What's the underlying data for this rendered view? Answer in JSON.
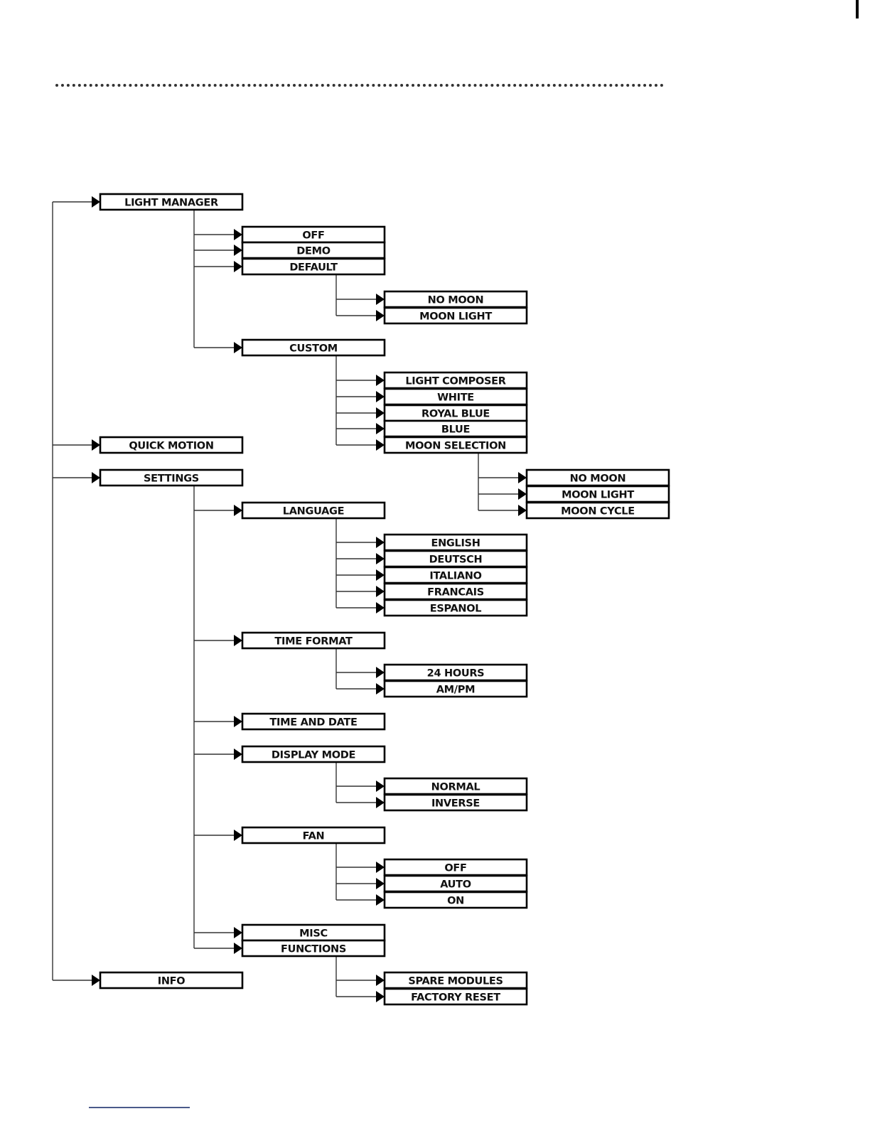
{
  "menu_tree": {
    "items": [
      {
        "label": "LIGHT MANAGER",
        "children": [
          {
            "label": "OFF"
          },
          {
            "label": "DEMO"
          },
          {
            "label": "DEFAULT",
            "children": [
              {
                "label": "NO MOON"
              },
              {
                "label": "MOON LIGHT"
              }
            ]
          },
          {
            "label": "CUSTOM",
            "children": [
              {
                "label": "LIGHT COMPOSER"
              },
              {
                "label": "WHITE"
              },
              {
                "label": "ROYAL BLUE"
              },
              {
                "label": "BLUE"
              },
              {
                "label": "MOON SELECTION",
                "children": [
                  {
                    "label": "NO MOON"
                  },
                  {
                    "label": "MOON LIGHT"
                  },
                  {
                    "label": "MOON CYCLE"
                  }
                ]
              }
            ]
          }
        ]
      },
      {
        "label": "QUICK MOTION"
      },
      {
        "label": "SETTINGS",
        "children": [
          {
            "label": "LANGUAGE",
            "children": [
              {
                "label": "ENGLISH"
              },
              {
                "label": "DEUTSCH"
              },
              {
                "label": "ITALIANO"
              },
              {
                "label": "FRANCAIS"
              },
              {
                "label": "ESPANOL"
              }
            ]
          },
          {
            "label": "TIME FORMAT",
            "children": [
              {
                "label": "24 HOURS"
              },
              {
                "label": "AM/PM"
              }
            ]
          },
          {
            "label": "TIME AND DATE"
          },
          {
            "label": "DISPLAY MODE",
            "children": [
              {
                "label": "NORMAL"
              },
              {
                "label": "INVERSE"
              }
            ]
          },
          {
            "label": "FAN",
            "children": [
              {
                "label": "OFF"
              },
              {
                "label": "AUTO"
              },
              {
                "label": "ON"
              }
            ]
          },
          {
            "label": "MISC"
          },
          {
            "label": "FUNCTIONS",
            "children": [
              {
                "label": "SPARE MODULES"
              },
              {
                "label": "FACTORY RESET"
              }
            ]
          }
        ]
      },
      {
        "label": "INFO"
      }
    ]
  }
}
